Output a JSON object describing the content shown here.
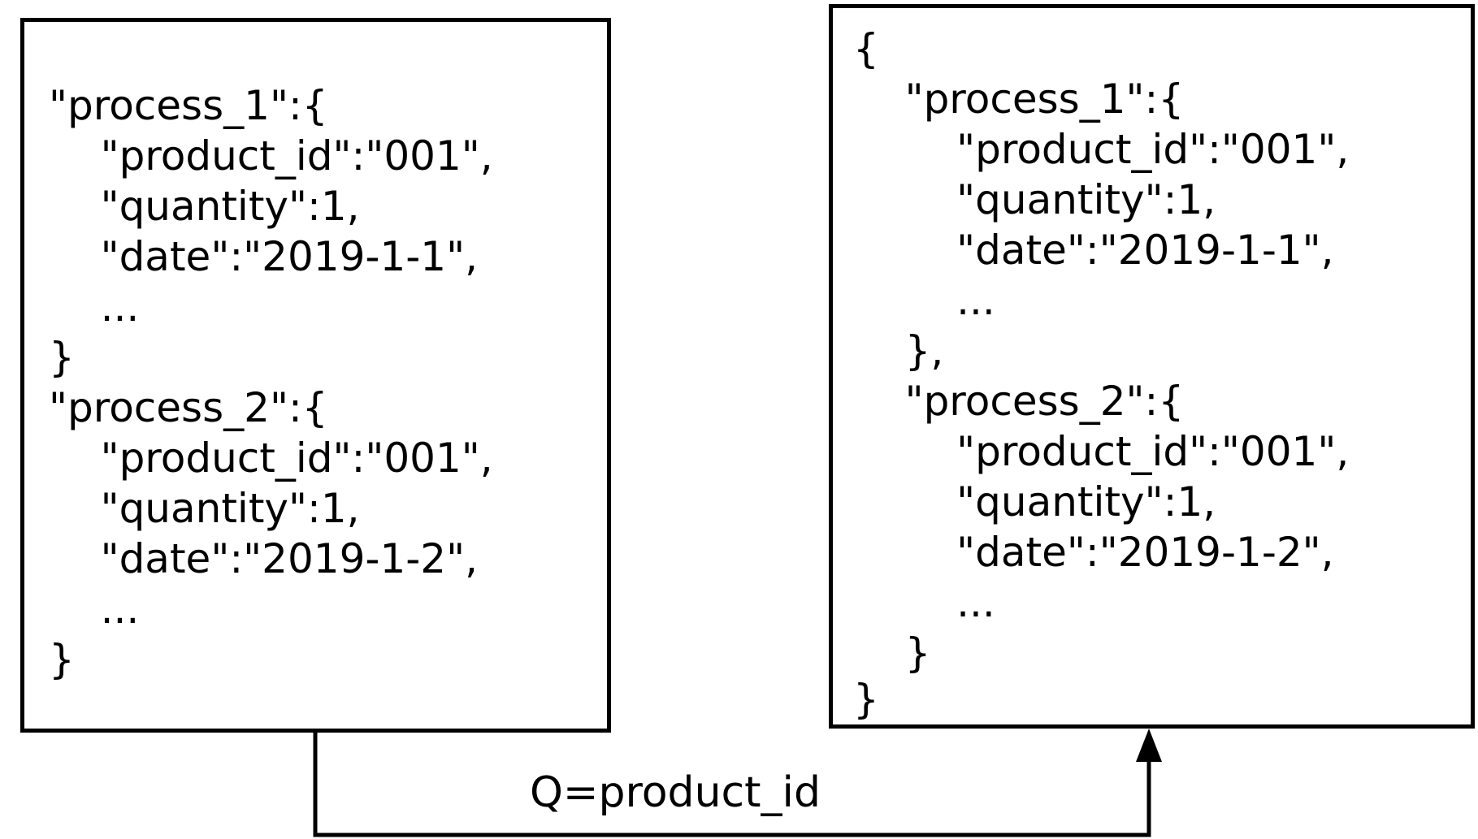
{
  "left_box": {
    "lines": [
      "\"process_1\":{",
      "    \"product_id\":\"001\",",
      "    \"quantity\":1,",
      "    \"date\":\"2019-1-1\",",
      "    ...",
      "}",
      "\"process_2\":{",
      "    \"product_id\":\"001\",",
      "    \"quantity\":1,",
      "    \"date\":\"2019-1-2\",",
      "    ...",
      "}"
    ]
  },
  "right_box": {
    "lines": [
      "{",
      "    \"process_1\":{",
      "        \"product_id\":\"001\",",
      "        \"quantity\":1,",
      "        \"date\":\"2019-1-1\",",
      "        ...",
      "    },",
      "    \"process_2\":{",
      "        \"product_id\":\"001\",",
      "        \"quantity\":1,",
      "        \"date\":\"2019-1-2\",",
      "        ...",
      "    }",
      "}"
    ]
  },
  "edge_label": "Q=product_id"
}
